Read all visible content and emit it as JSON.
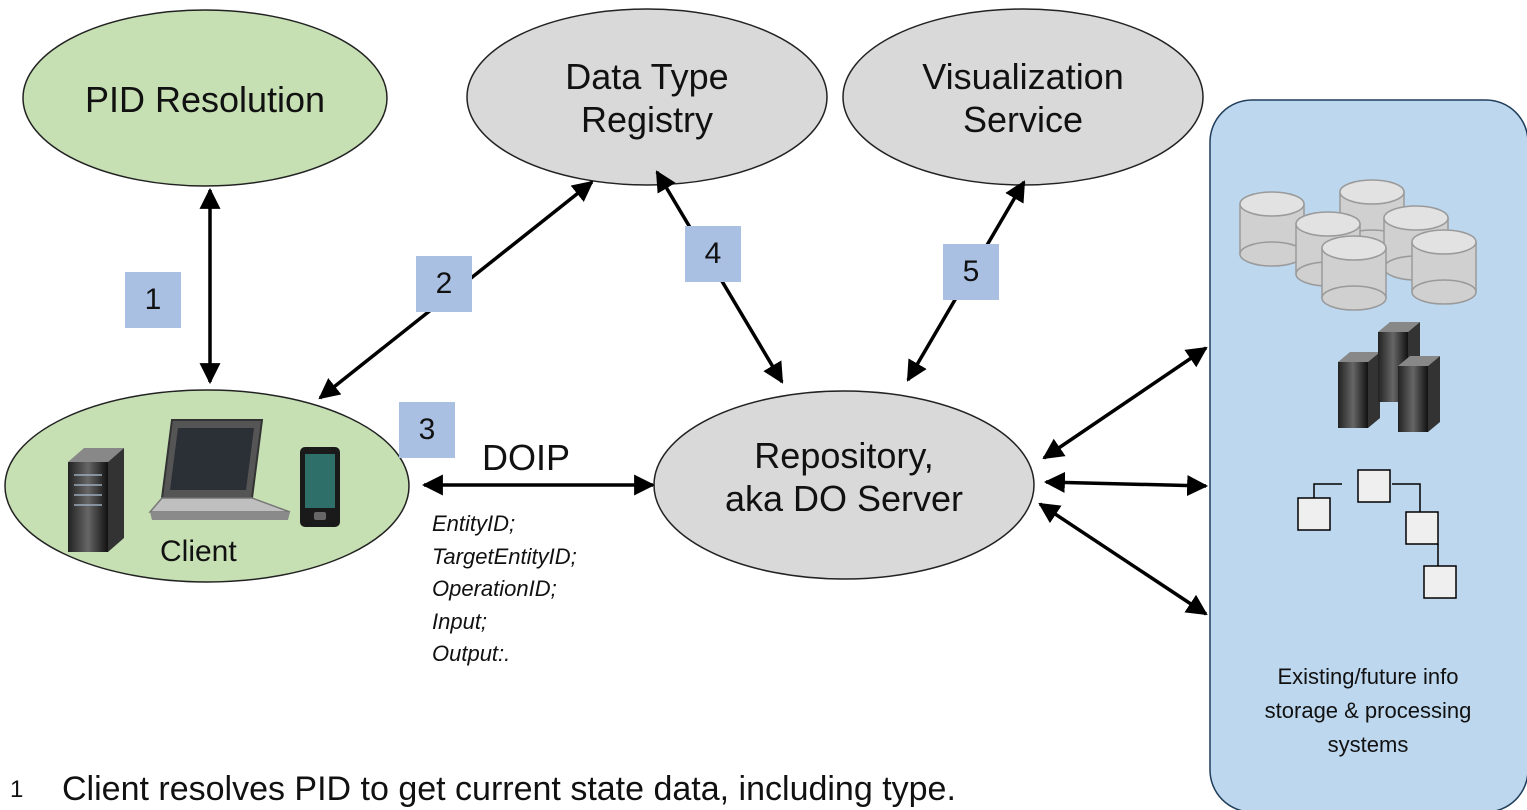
{
  "nodes": {
    "pid_resolution": "PID Resolution",
    "data_type_registry": [
      "Data Type",
      "Registry"
    ],
    "visualization_service": [
      "Visualization",
      "Service"
    ],
    "client": "Client",
    "repository": [
      "Repository,",
      "aka DO Server"
    ]
  },
  "badges": [
    "1",
    "2",
    "3",
    "4",
    "5"
  ],
  "protocol_label": "DOIP",
  "doip_params": [
    "EntityID;",
    "TargetEntityID;",
    "OperationID;",
    "Input;",
    "Output:."
  ],
  "storage_panel": {
    "caption": [
      "Existing/future info",
      "storage & processing",
      "systems"
    ]
  },
  "footnote": {
    "number": "1",
    "text": "Client resolves PID to get current state data, including type."
  },
  "colors": {
    "green_node": "#c6e0b4",
    "grey_node": "#d9d9d9",
    "badge": "#a9c0e3",
    "panel": "#bdd7ee"
  }
}
